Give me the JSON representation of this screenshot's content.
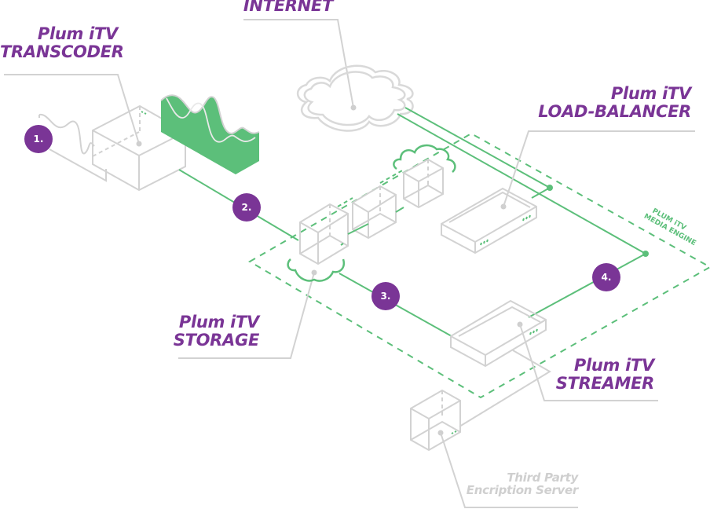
{
  "colors": {
    "accent_purple": "#7a3596",
    "accent_green": "#5cbf7a",
    "device_grey": "#d2d2d2",
    "muted_label": "#cfcfcf"
  },
  "labels": {
    "internet": {
      "line1": "INTERNET"
    },
    "transcoder": {
      "line1": "Plum iTV",
      "line2": "TRANSCODER"
    },
    "load_balancer": {
      "line1": "Plum iTV",
      "line2": "LOAD-BALANCER"
    },
    "storage": {
      "line1": "Plum iTV",
      "line2": "STORAGE"
    },
    "streamer": {
      "line1": "Plum iTV",
      "line2": "STREAMER"
    },
    "encryption": {
      "line1": "Third Party",
      "line2": "Encription Server"
    },
    "media_engine": {
      "line1": "PLUM iTV",
      "line2": "MEDIA ENGINE"
    }
  },
  "steps": [
    {
      "label": "1."
    },
    {
      "label": "2."
    },
    {
      "label": "3."
    },
    {
      "label": "4."
    }
  ],
  "icons": {
    "internet": "cloud-icon",
    "transcoder": "server-box-icon",
    "storage": "storage-cube-icon",
    "load_balancer": "rack-server-icon",
    "streamer": "rack-server-icon",
    "encryption": "server-box-icon",
    "signal": "waveform-icon"
  }
}
